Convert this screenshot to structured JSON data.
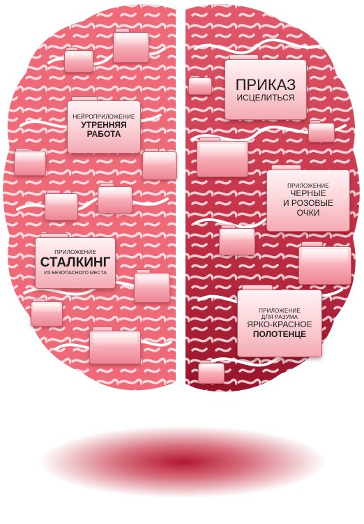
{
  "colors": {
    "left_hemisphere": "#ef6a78",
    "right_hemisphere_top": "#e0566a",
    "right_hemisphere_bottom": "#a1192e",
    "shadow": "#b01a30"
  },
  "icons": {
    "folder": "folder-icon"
  },
  "labels": {
    "morning": {
      "top": "НЕЙРОПРИЛОЖЕНИЕ",
      "line1": "УТРЕННЯЯ",
      "line2": "РАБОТА"
    },
    "order": {
      "line1": "ПРИКАЗ",
      "line2": "ИСЦЕЛИТЬСЯ"
    },
    "glasses": {
      "top": "ПРИЛОЖЕНИЕ",
      "line1": "ЧЕРНЫЕ",
      "line2": "И РОЗОВЫЕ",
      "line3": "ОЧКИ"
    },
    "stalking": {
      "top": "ПРИЛОЖЕНИЕ",
      "line1": "СТАЛКИНГ",
      "line2": "ИЗ БЕЗОПАСНОГО МЕСТА"
    },
    "towel": {
      "top1": "ПРИЛОЖЕНИЕ",
      "top2": "ДЛЯ РАЗУМА",
      "line1": "ЯРКО-КРАСНОЕ",
      "line2": "ПОЛОТЕНЦЕ"
    }
  }
}
